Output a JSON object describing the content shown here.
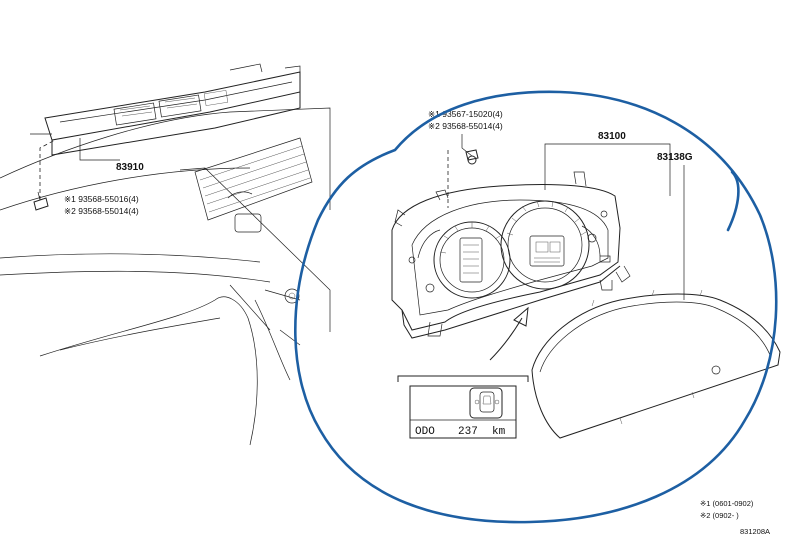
{
  "callouts": {
    "top_bar_part": "83910",
    "bar_screw_1": "※1 93568-55016(4)",
    "bar_screw_2": "※2 93568-55014(4)",
    "cluster_screw_1": "※1 93567-15020(4)",
    "cluster_screw_2": "※2 93568-55014(4)",
    "combination_meter": "83100",
    "glass_cover": "83138G"
  },
  "odometer_display": {
    "label": "ODO",
    "value": "237",
    "unit": "km"
  },
  "footnotes": {
    "note_1": "※1 (0601-0902)",
    "note_2": "※2 (0902-      )",
    "figure_code": "831208A"
  },
  "annotation": {
    "color": "#1d5fa3",
    "shape": "hand-drawn circle"
  }
}
